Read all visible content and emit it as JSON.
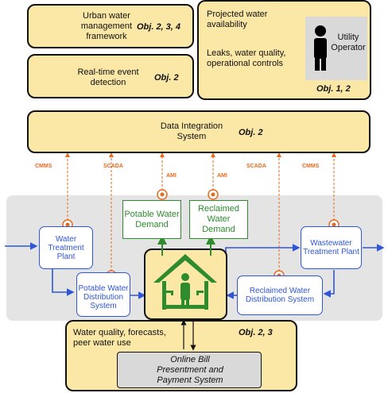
{
  "framework_box": {
    "text": "Urban water management framework",
    "obj": "Obj. 2, 3, 4"
  },
  "event_box": {
    "text": "Real-time event detection",
    "obj": "Obj. 2"
  },
  "operator_box": {
    "line1": "Projected water availability",
    "line2": "Leaks, water quality, operational controls",
    "operator_label": "Utility Operator",
    "obj": "Obj. 1, 2"
  },
  "integration_box": {
    "text": "Data Integration System",
    "obj": "Obj. 2"
  },
  "signal_labels": [
    "CMMS",
    "SCADA",
    "AMI",
    "AMI",
    "SCADA",
    "CMMS"
  ],
  "components": {
    "water_treatment": "Water Treatment Plant",
    "potable_distribution": "Potable Water Distribution System",
    "potable_demand": "Potable Water Demand",
    "reclaimed_demand": "Reclaimed Water Demand",
    "reclaimed_distribution": "Reclaimed Water Distribution System",
    "wastewater_treatment": "Wastewater Treatment Plant"
  },
  "bottom_box": {
    "text": "Water quality, forecasts, peer water use",
    "obj": "Obj. 2, 3",
    "bill": "Online Bill Presentment and Payment System"
  }
}
